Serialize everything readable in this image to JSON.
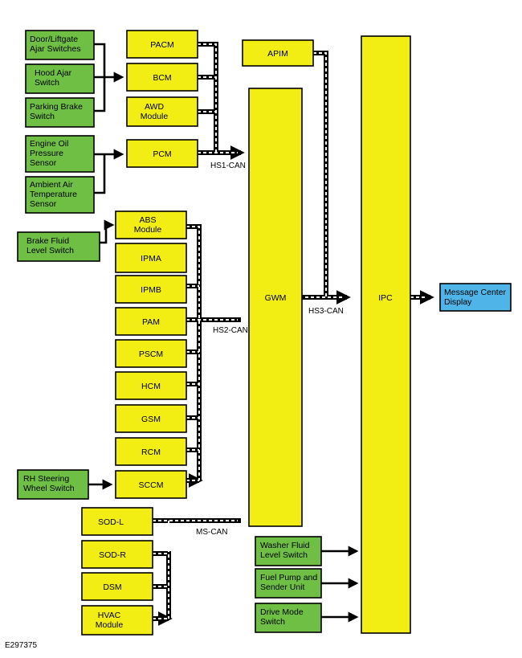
{
  "figure_id": "E297375",
  "colors": {
    "module": "#f2ee14",
    "input": "#6fbf44",
    "display": "#4fb5e8"
  },
  "inputs": {
    "door_liftgate": [
      "Door/Liftgate",
      "Ajar Switches"
    ],
    "hood_ajar": [
      "Hood Ajar",
      "Switch"
    ],
    "parking_brake": [
      "Parking Brake",
      "Switch"
    ],
    "engine_oil": [
      "Engine Oil",
      "Pressure",
      "Sensor"
    ],
    "ambient_air": [
      "Ambient Air",
      "Temperature",
      "Sensor"
    ],
    "brake_fluid": [
      "Brake Fluid",
      "Level Switch"
    ],
    "rh_steering": [
      "RH Steering",
      "Wheel Switch"
    ],
    "washer_fluid": [
      "Washer Fluid",
      "Level Switch"
    ],
    "fuel_pump": [
      "Fuel Pump and",
      "Sender Unit"
    ],
    "drive_mode": [
      "Drive Mode",
      "Switch"
    ]
  },
  "modules": {
    "pacm": [
      "PACM"
    ],
    "bcm": [
      "BCM"
    ],
    "awd": [
      "AWD",
      "Module"
    ],
    "pcm": [
      "PCM"
    ],
    "apim": [
      "APIM"
    ],
    "abs": [
      "ABS",
      "Module"
    ],
    "ipma": [
      "IPMA"
    ],
    "ipmb": [
      "IPMB"
    ],
    "pam": [
      "PAM"
    ],
    "pscm": [
      "PSCM"
    ],
    "hcm": [
      "HCM"
    ],
    "gsm": [
      "GSM"
    ],
    "rcm": [
      "RCM"
    ],
    "sccm": [
      "SCCM"
    ],
    "sod_l": [
      "SOD-L"
    ],
    "sod_r": [
      "SOD-R"
    ],
    "dsm": [
      "DSM"
    ],
    "hvac": [
      "HVAC",
      "Module"
    ],
    "gwm": [
      "GWM"
    ],
    "ipc": [
      "IPC"
    ]
  },
  "display": {
    "message_center": [
      "Message Center",
      "Display"
    ]
  },
  "buses": {
    "hs1": "HS1-CAN",
    "hs2": "HS2-CAN",
    "hs3": "HS3-CAN",
    "ms": "MS-CAN"
  }
}
